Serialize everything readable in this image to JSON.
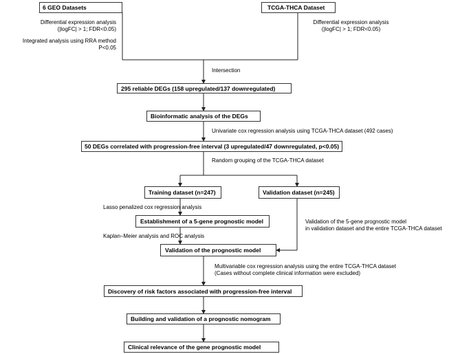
{
  "boxes": {
    "geo": "6 GEO Datasets",
    "tcga": "TCGA-THCA Dataset",
    "reliable": "295 reliable DEGs (158 upregulated/137 downregulated)",
    "bioinfo": "Bioinformatic analysis of the DEGs",
    "pfi": "50 DEGs correlated with progression-free interval (3 upregulated/47 downregulated, p<0.05)",
    "training": "Training dataset (n=247)",
    "validation": "Validation dataset (n=245)",
    "establish": "Establishment of a 5-gene prognostic model",
    "validmodel": "Validation of the prognostic model",
    "risk": "Discovery of risk factors associated with progression-free interval",
    "nomogram": "Building and validation of a prognostic nomogram",
    "clinical": "Clinical relevance of the gene prognostic model"
  },
  "labels": {
    "geo_diff_1": "Differential expression analysis",
    "geo_diff_2": "(|logFC| > 1; FDR<0.05)",
    "rra_1": "Integrated analysis using RRA method",
    "rra_2": "P<0.05",
    "tcga_diff_1": "Differential expression analysis",
    "tcga_diff_2": "(|logFC| > 1; FDR<0.05)",
    "intersection": "Intersection",
    "univariate": "Univariate cox regression analysis using TCGA-THCA dataset (492 cases)",
    "random": "Random grouping of the TCGA-THCA dataset",
    "lasso": "Lasso penalized  cox regression analysis",
    "validation_text_1": "Validation of the 5-gene prognostic model",
    "validation_text_2": " in validation dataset and the entire TCGA-THCA dataset",
    "kaplan": "Kaplan–Meier analysis and ROC analysis",
    "multi_1": "Multivariable cox regression analysis using the entire TCGA-THCA dataset",
    "multi_2": "(Cases without complete clinical information were excluded)"
  }
}
